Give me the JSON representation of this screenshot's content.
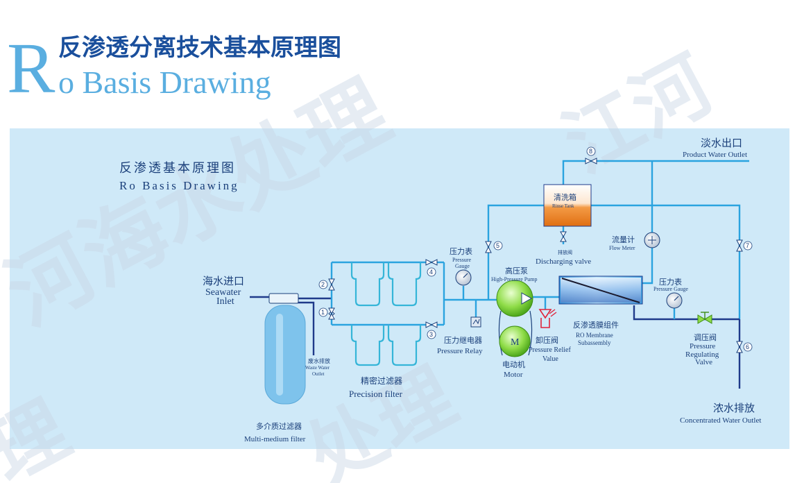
{
  "header": {
    "title_cn": "反渗透分离技术基本原理图",
    "big_letter": "R",
    "title_en": "o Basis Drawing"
  },
  "panel": {
    "title_cn": "反渗透基本原理图",
    "title_en": "Ro Basis Drawing"
  },
  "components": {
    "seawater_inlet": {
      "cn": "海水进口",
      "en1": "Seawater",
      "en2": "Inlet"
    },
    "waste_outlet": {
      "cn": "废水排放",
      "en1": "Waste Water",
      "en2": "Outlet"
    },
    "multi_filter": {
      "cn": "多介质过滤器",
      "en": "Multi-medium filter"
    },
    "precision_filter": {
      "cn": "精密过滤器",
      "en": "Precision filter"
    },
    "pressure_gauge_1": {
      "cn": "压力表",
      "en1": "Pressure",
      "en2": "Gauge"
    },
    "pressure_relay": {
      "cn": "压力继电器",
      "en": "Pressure Relay"
    },
    "hp_pump": {
      "cn": "高压泵",
      "en": "High-Pressure Pump"
    },
    "motor": {
      "cn": "电动机",
      "en": "Motor",
      "symbol": "M"
    },
    "relief_valve": {
      "cn": "卸压阀",
      "en1": "Pressure Relief",
      "en2": "Value"
    },
    "ro_membrane": {
      "cn": "反渗透膜组件",
      "en1": "RO Membrane",
      "en2": "Subassembly"
    },
    "rinse_tank": {
      "cn": "清洗箱",
      "en": "Rinse Tank"
    },
    "discharging_valve": {
      "cn": "排放阀",
      "en": "Discharging valve"
    },
    "flow_meter": {
      "cn": "流量计",
      "en": "Flow Meter"
    },
    "pressure_gauge_2": {
      "cn": "压力表",
      "en": "Pressure Gauge"
    },
    "regulating_valve": {
      "cn": "调压阀",
      "en1": "Pressure",
      "en2": "Regulating",
      "en3": "Valve"
    },
    "product_outlet": {
      "cn": "淡水出口",
      "en": "Product Water Outlet"
    },
    "concentrated_outlet": {
      "cn": "浓水排放",
      "en": "Concentrated Water Outlet"
    }
  },
  "valve_numbers": [
    "1",
    "2",
    "3",
    "4",
    "5",
    "6",
    "7",
    "8"
  ],
  "watermark": {
    "chars1": "河海水处理",
    "chars2": "江河",
    "chars3": "处理",
    "chars4": "理"
  },
  "colors": {
    "panel_bg": "#cfe9f8",
    "pipe_light": "#2aa3df",
    "pipe_dark": "#1f3a8a",
    "title_blue": "#1a4f9c",
    "letter_blue": "#5aaee0",
    "pump_green": "#7fd13a",
    "tank_orange": "#f08a2a"
  }
}
